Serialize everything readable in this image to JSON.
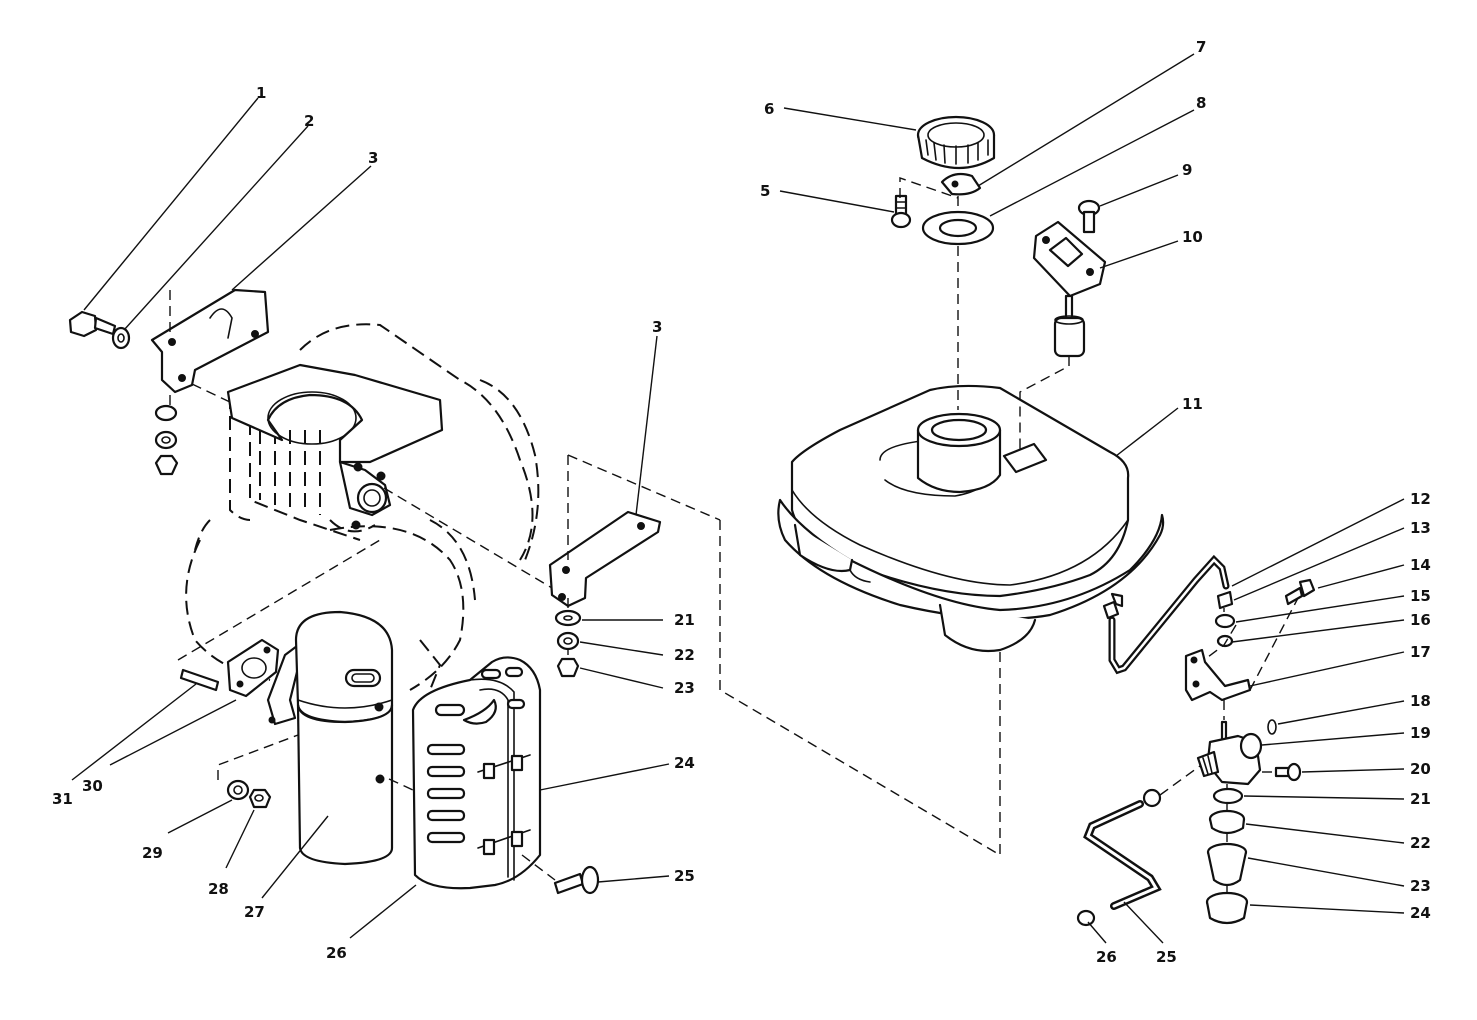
{
  "colors": {
    "ink": "#111111",
    "background": "#ffffff"
  },
  "callouts_left": [
    {
      "id": "c1",
      "text": "1"
    },
    {
      "id": "c2",
      "text": "2"
    },
    {
      "id": "c3a",
      "text": "3"
    },
    {
      "id": "c3b",
      "text": "3"
    },
    {
      "id": "c21",
      "text": "21"
    },
    {
      "id": "c22",
      "text": "22"
    },
    {
      "id": "c23",
      "text": "23"
    },
    {
      "id": "c24",
      "text": "24"
    },
    {
      "id": "c25",
      "text": "25"
    },
    {
      "id": "c26",
      "text": "26"
    },
    {
      "id": "c27",
      "text": "27"
    },
    {
      "id": "c28",
      "text": "28"
    },
    {
      "id": "c29",
      "text": "29"
    },
    {
      "id": "c30",
      "text": "30"
    },
    {
      "id": "c31",
      "text": "31"
    }
  ],
  "callouts_right": [
    {
      "id": "r5",
      "text": "5"
    },
    {
      "id": "r6",
      "text": "6"
    },
    {
      "id": "r7",
      "text": "7"
    },
    {
      "id": "r8",
      "text": "8"
    },
    {
      "id": "r9",
      "text": "9"
    },
    {
      "id": "r10",
      "text": "10"
    },
    {
      "id": "r11",
      "text": "11"
    },
    {
      "id": "r12",
      "text": "12"
    },
    {
      "id": "r13",
      "text": "13"
    },
    {
      "id": "r14",
      "text": "14"
    },
    {
      "id": "r15",
      "text": "15"
    },
    {
      "id": "r16",
      "text": "16"
    },
    {
      "id": "r17",
      "text": "17"
    },
    {
      "id": "r18",
      "text": "18"
    },
    {
      "id": "r19",
      "text": "19"
    },
    {
      "id": "r20",
      "text": "20"
    },
    {
      "id": "r21",
      "text": "21"
    },
    {
      "id": "r22",
      "text": "22"
    },
    {
      "id": "r23",
      "text": "23"
    },
    {
      "id": "r24",
      "text": "24"
    },
    {
      "id": "r25",
      "text": "25"
    },
    {
      "id": "r26",
      "text": "26"
    }
  ]
}
